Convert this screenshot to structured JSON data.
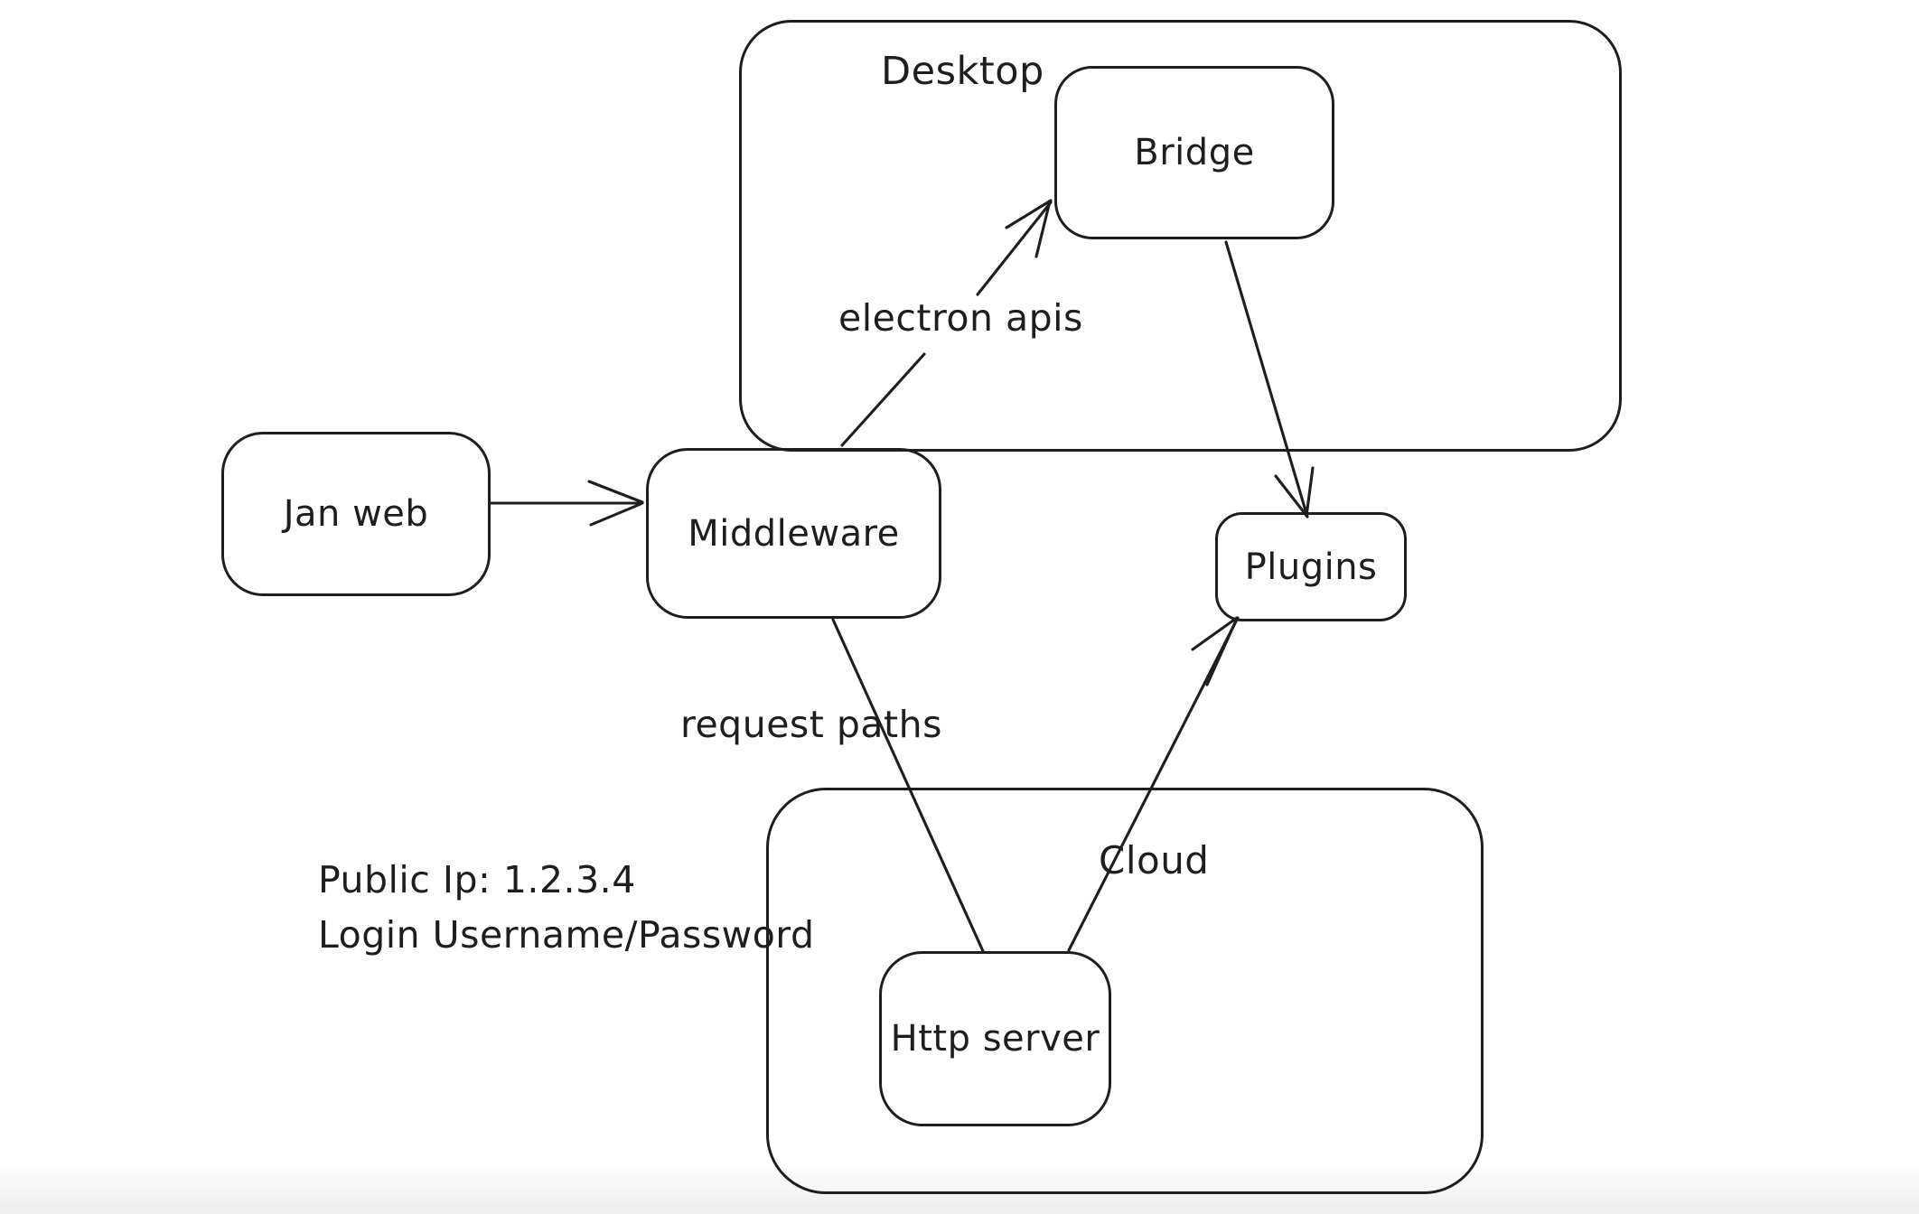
{
  "diagram": {
    "containers": {
      "desktop": {
        "label": "Desktop"
      },
      "cloud": {
        "label": "Cloud"
      }
    },
    "nodes": {
      "jan_web": {
        "label": "Jan web"
      },
      "middleware": {
        "label": "Middleware"
      },
      "bridge": {
        "label": "Bridge"
      },
      "plugins": {
        "label": "Plugins"
      },
      "http_server": {
        "label": "Http server"
      }
    },
    "edges": [
      {
        "from": "jan_web",
        "to": "middleware",
        "label": "",
        "arrowhead": true
      },
      {
        "from": "middleware",
        "to": "bridge",
        "label": "electron apis",
        "arrowhead": true
      },
      {
        "from": "bridge",
        "to": "plugins",
        "label": "",
        "arrowhead": true
      },
      {
        "from": "middleware",
        "to": "http_server",
        "label": "request paths",
        "arrowhead": false
      },
      {
        "from": "http_server",
        "to": "plugins",
        "label": "",
        "arrowhead": true
      }
    ],
    "annotations": {
      "public_ip": "Public Ip: 1.2.3.4",
      "login": "Login Username/Password"
    },
    "colors": {
      "stroke": "#1e1e1e",
      "background": "#ffffff"
    }
  }
}
